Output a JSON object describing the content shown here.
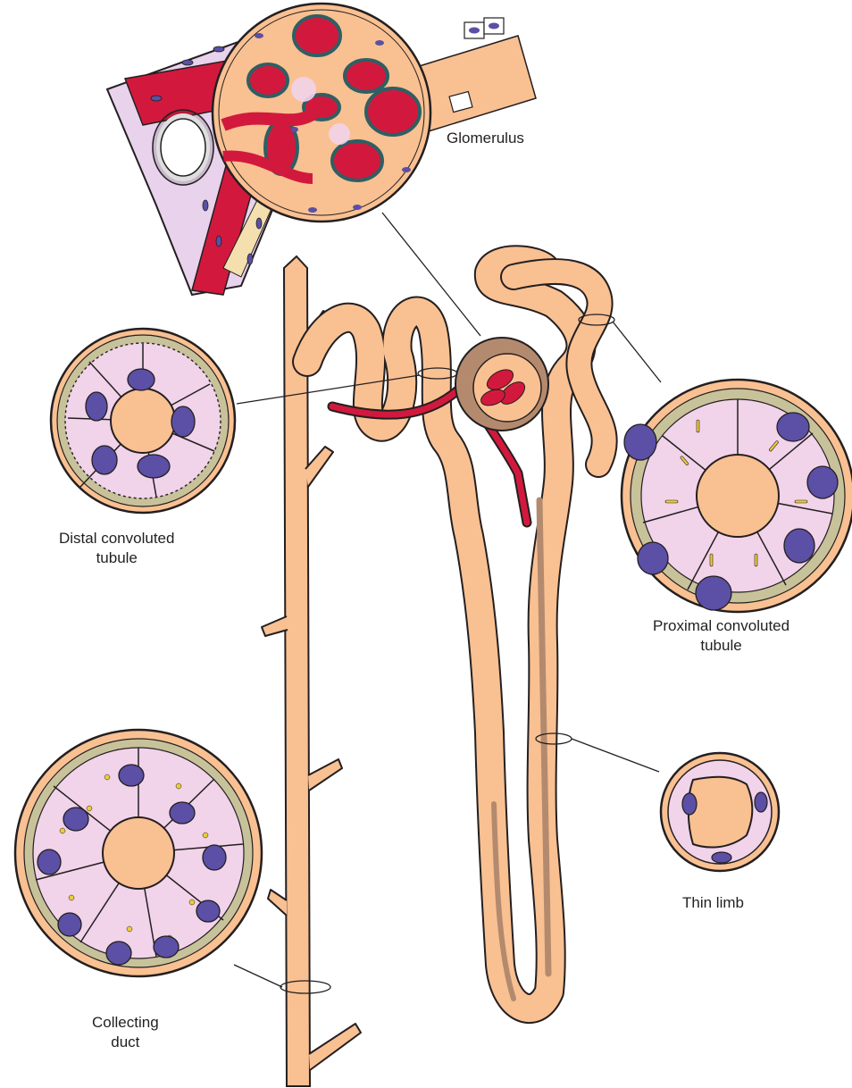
{
  "labels": {
    "glomerulus": "Glomerulus",
    "distal_line1": "Distal convoluted",
    "distal_line2": "tubule",
    "proximal_line1": "Proximal convoluted",
    "proximal_line2": "tubule",
    "thin_limb": "Thin limb",
    "collecting_line1": "Collecting",
    "collecting_line2": "duct"
  },
  "colors": {
    "tubule_fill": "#f9c092",
    "outline": "#231f20",
    "vessel_red": "#d2193d",
    "basement": "#c7c29a",
    "cytoplasm": "#f1d3ea",
    "nucleus": "#5b4fa6",
    "granule": "#eccb3a",
    "capsule_brown": "#b48a6e"
  }
}
